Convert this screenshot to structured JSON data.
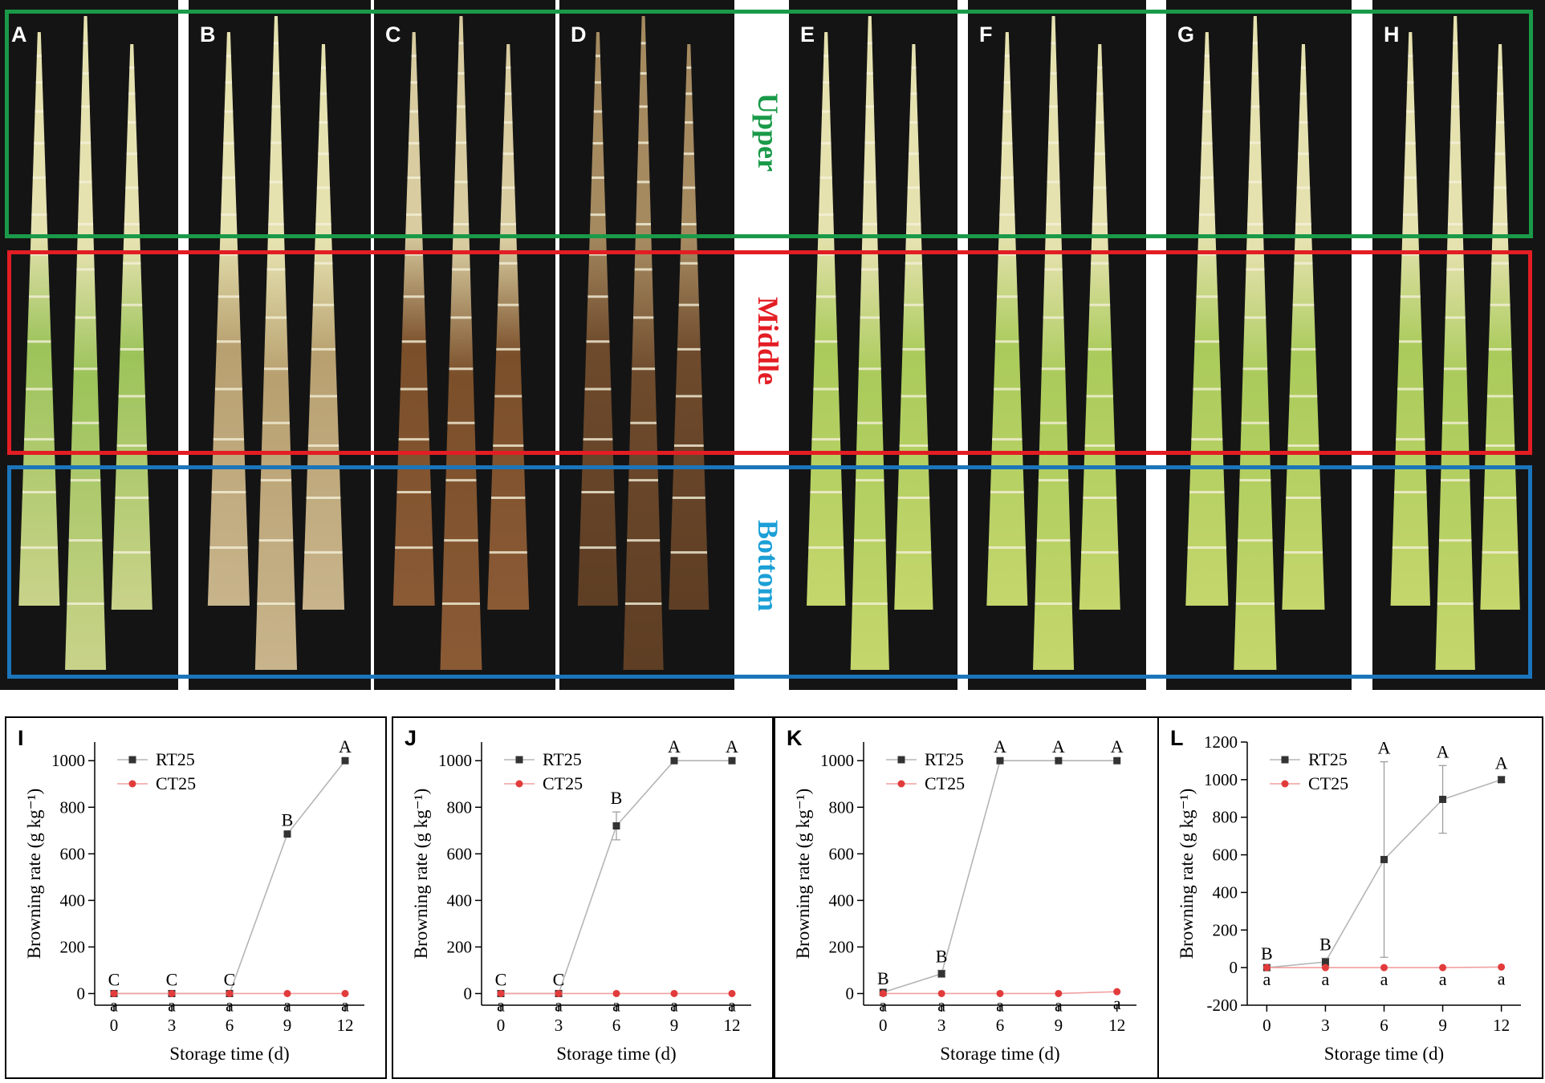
{
  "photo_panels": [
    "A",
    "B",
    "C",
    "D",
    "E",
    "F",
    "G",
    "H"
  ],
  "regions": {
    "upper": {
      "label": "Upper",
      "color": "#1a9a49"
    },
    "middle": {
      "label": "Middle",
      "color": "#e31d24"
    },
    "bottom": {
      "label": "Bottom",
      "color": "#1b75bb"
    }
  },
  "chart_data": [
    {
      "type": "line",
      "panel": "I",
      "xlabel": "Storage time (d)",
      "ylabel": "Browning rate (g kg⁻¹)",
      "x": [
        0,
        3,
        6,
        9,
        12
      ],
      "xticks": [
        0,
        3,
        6,
        9,
        12
      ],
      "ylim": [
        -50,
        1080
      ],
      "yticks": [
        0,
        200,
        400,
        600,
        800,
        1000
      ],
      "legend": "top-left",
      "series": [
        {
          "name": "RT25",
          "color": "#333333",
          "marker": "square",
          "values": [
            0,
            0,
            0,
            685,
            1000
          ],
          "err": [
            0,
            0,
            0,
            0,
            0
          ],
          "letters": [
            "C",
            "C",
            "C",
            "B",
            "A"
          ]
        },
        {
          "name": "CT25",
          "color": "#e23b3b",
          "marker": "circle",
          "values": [
            0,
            0,
            0,
            0,
            0
          ],
          "err": [
            0,
            0,
            0,
            0,
            0
          ],
          "letters": [
            "a",
            "a",
            "a",
            "a",
            "a"
          ]
        }
      ]
    },
    {
      "type": "line",
      "panel": "J",
      "xlabel": "Storage time (d)",
      "ylabel": "Browning rate (g kg⁻¹)",
      "x": [
        0,
        3,
        6,
        9,
        12
      ],
      "xticks": [
        0,
        3,
        6,
        9,
        12
      ],
      "ylim": [
        -50,
        1080
      ],
      "yticks": [
        0,
        200,
        400,
        600,
        800,
        1000
      ],
      "legend": "top-left",
      "series": [
        {
          "name": "RT25",
          "color": "#333333",
          "marker": "square",
          "values": [
            0,
            0,
            720,
            1000,
            1000
          ],
          "err": [
            0,
            0,
            60,
            0,
            0
          ],
          "letters": [
            "C",
            "C",
            "B",
            "A",
            "A"
          ]
        },
        {
          "name": "CT25",
          "color": "#e23b3b",
          "marker": "circle",
          "values": [
            0,
            0,
            0,
            0,
            0
          ],
          "err": [
            0,
            0,
            0,
            0,
            0
          ],
          "letters": [
            "a",
            "a",
            "a",
            "a",
            "a"
          ]
        }
      ]
    },
    {
      "type": "line",
      "panel": "K",
      "xlabel": "Storage time (d)",
      "ylabel": "Browning rate (g kg⁻¹)",
      "x": [
        0,
        3,
        6,
        9,
        12
      ],
      "xticks": [
        0,
        3,
        6,
        9,
        12
      ],
      "ylim": [
        -50,
        1080
      ],
      "yticks": [
        0,
        200,
        400,
        600,
        800,
        1000
      ],
      "legend": "top-left",
      "series": [
        {
          "name": "RT25",
          "color": "#333333",
          "marker": "square",
          "values": [
            5,
            85,
            1000,
            1000,
            1000
          ],
          "err": [
            0,
            15,
            0,
            0,
            0
          ],
          "letters": [
            "B",
            "B",
            "A",
            "A",
            "A"
          ]
        },
        {
          "name": "CT25",
          "color": "#e23b3b",
          "marker": "circle",
          "values": [
            0,
            0,
            0,
            0,
            8
          ],
          "err": [
            0,
            0,
            0,
            0,
            0
          ],
          "letters": [
            "a",
            "a",
            "a",
            "a",
            "a"
          ]
        }
      ]
    },
    {
      "type": "line",
      "panel": "L",
      "xlabel": "Storage time (d)",
      "ylabel": "Browning rate (g kg⁻¹)",
      "x": [
        0,
        3,
        6,
        9,
        12
      ],
      "xticks": [
        0,
        3,
        6,
        9,
        12
      ],
      "ylim": [
        -200,
        1200
      ],
      "yticks": [
        -200,
        0,
        200,
        400,
        600,
        800,
        1000,
        1200
      ],
      "legend": "top-left",
      "series": [
        {
          "name": "RT25",
          "color": "#333333",
          "marker": "square",
          "values": [
            0,
            30,
            575,
            895,
            1000
          ],
          "err": [
            0,
            20,
            520,
            180,
            15
          ],
          "letters": [
            "B",
            "B",
            "A",
            "A",
            "A"
          ]
        },
        {
          "name": "CT25",
          "color": "#e23b3b",
          "marker": "circle",
          "values": [
            0,
            0,
            0,
            0,
            3
          ],
          "err": [
            0,
            0,
            0,
            0,
            0
          ],
          "letters": [
            "a",
            "a",
            "a",
            "a",
            "a"
          ]
        }
      ]
    }
  ]
}
